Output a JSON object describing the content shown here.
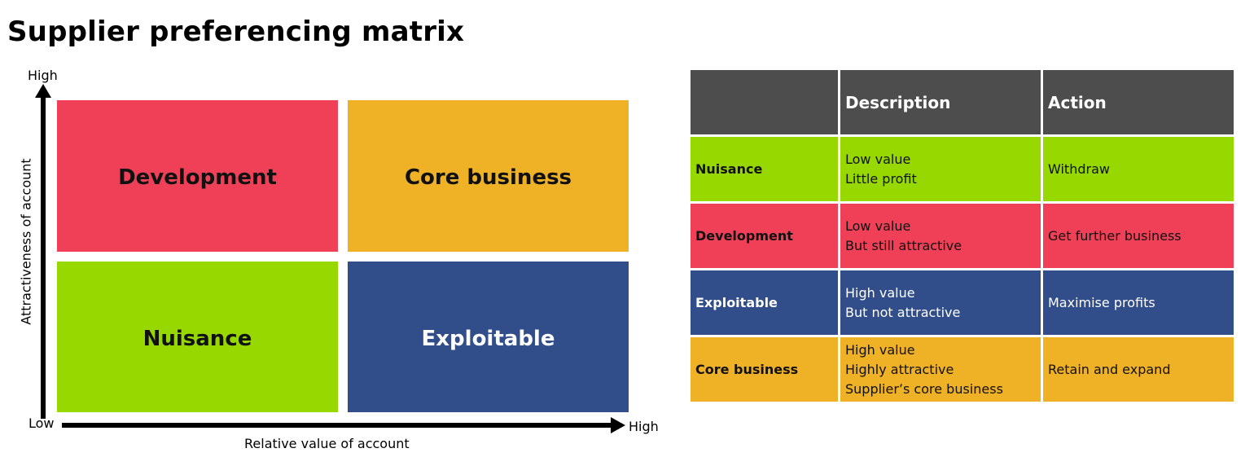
{
  "title": "Supplier preferencing matrix",
  "axes": {
    "y_high": "High",
    "low": "Low",
    "x_high": "High",
    "x_label": "Relative value of account",
    "y_label": "Attractiveness of account"
  },
  "quadrants": {
    "top_left": "Development",
    "top_right": "Core business",
    "bottom_left": "Nuisance",
    "bottom_right": "Exploitable"
  },
  "table": {
    "headers": [
      "",
      "Description",
      "Action"
    ],
    "rows": [
      {
        "category": "Nuisance",
        "description": [
          "Low value",
          "Little profit"
        ],
        "action": "Withdraw"
      },
      {
        "category": "Development",
        "description": [
          "Low value",
          "But still attractive"
        ],
        "action": "Get further business"
      },
      {
        "category": "Exploitable",
        "description": [
          "High value",
          "But not attractive"
        ],
        "action": "Maximise profits"
      },
      {
        "category": "Core business",
        "description": [
          "High value",
          "Highly attractive",
          "Supplier’s core business"
        ],
        "action": "Retain and expand"
      }
    ]
  },
  "colors": {
    "development": "#ef4057",
    "core_business": "#efb126",
    "nuisance": "#96d800",
    "exploitable": "#314e8b",
    "header": "#4d4d4d"
  }
}
